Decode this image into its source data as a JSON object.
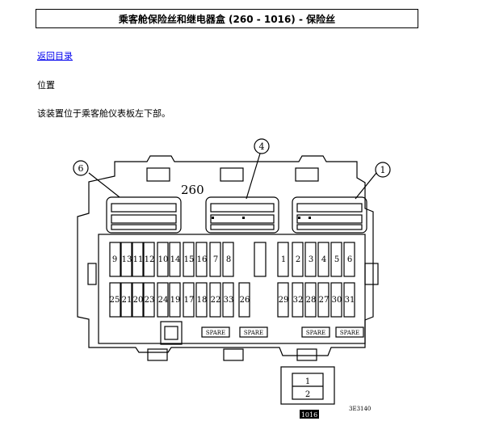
{
  "title": "乘客舱保险丝和继电器盒 (260 - 1016) - 保险丝",
  "back_link": "返回目录",
  "section_heading": "位置",
  "description": "该装置位于乘客舱仪表板左下部。",
  "diagram": {
    "callouts": [
      "6",
      "4",
      "1"
    ],
    "box_label": "260",
    "relay_label": "1016",
    "figure_id": "3E3140",
    "top_row_left": [
      "9",
      "13",
      "11",
      "12",
      "10",
      "14",
      "15",
      "16",
      "7",
      "8"
    ],
    "top_row_right": [
      "1",
      "2",
      "3",
      "4",
      "5",
      "6"
    ],
    "bottom_row_left": [
      "25",
      "21",
      "20",
      "23",
      "24",
      "19",
      "17",
      "18",
      "22",
      "33",
      "26"
    ],
    "bottom_row_right": [
      "29",
      "32",
      "28",
      "27",
      "30",
      "31"
    ],
    "spare_labels": [
      "SPARE",
      "SPARE",
      "SPARE",
      "SPARE"
    ],
    "relay_slots": [
      "1",
      "2"
    ]
  }
}
